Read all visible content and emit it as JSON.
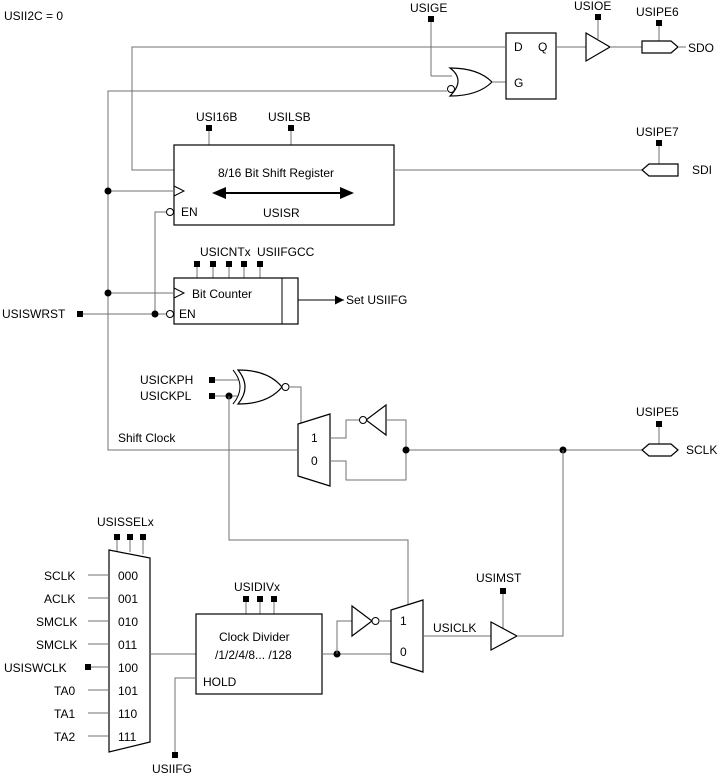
{
  "header_label": "USII2C = 0",
  "top_signals": {
    "usige": "USIGE",
    "usioe": "USIOE",
    "usipe6": "USIPE6",
    "sdo": "SDO",
    "usipe7": "USIPE7",
    "sdi": "SDI",
    "usipe5": "USIPE5",
    "sclk": "SCLK"
  },
  "latch": {
    "d": "D",
    "q": "Q",
    "g": "G"
  },
  "shift_register": {
    "usi16b": "USI16B",
    "usilsb": "USILSB",
    "title": "8/16 Bit Shift Register",
    "name": "USISR",
    "en": "EN"
  },
  "bit_counter": {
    "usicntx": "USICNTx",
    "usiifgcc": "USIIFGCC",
    "title": "Bit Counter",
    "en": "EN",
    "output": "Set USIIFG"
  },
  "usiswrst": "USISWRST",
  "clock_polarity": {
    "usickph": "USICKPH",
    "usickpl": "USICKPL",
    "shift_clock": "Shift Clock",
    "mux_in1": "1",
    "mux_in0": "0"
  },
  "clock_select": {
    "label": "USISSELx",
    "inputs": [
      {
        "name": "SCLK",
        "code": "000"
      },
      {
        "name": "ACLK",
        "code": "001"
      },
      {
        "name": "SMCLK",
        "code": "010"
      },
      {
        "name": "SMCLK",
        "code": "011"
      },
      {
        "name": "USISWCLK",
        "code": "100"
      },
      {
        "name": "TA0",
        "code": "101"
      },
      {
        "name": "TA1",
        "code": "110"
      },
      {
        "name": "TA2",
        "code": "111"
      }
    ]
  },
  "clock_divider": {
    "label": "USIDIVx",
    "title": "Clock Divider",
    "ratios": "/1/2/4/8... /128",
    "hold": "HOLD"
  },
  "usiifg": "USIIFG",
  "master_clock": {
    "mux_in1": "1",
    "mux_in0": "0",
    "usiclk": "USICLK",
    "usimst": "USIMST"
  }
}
